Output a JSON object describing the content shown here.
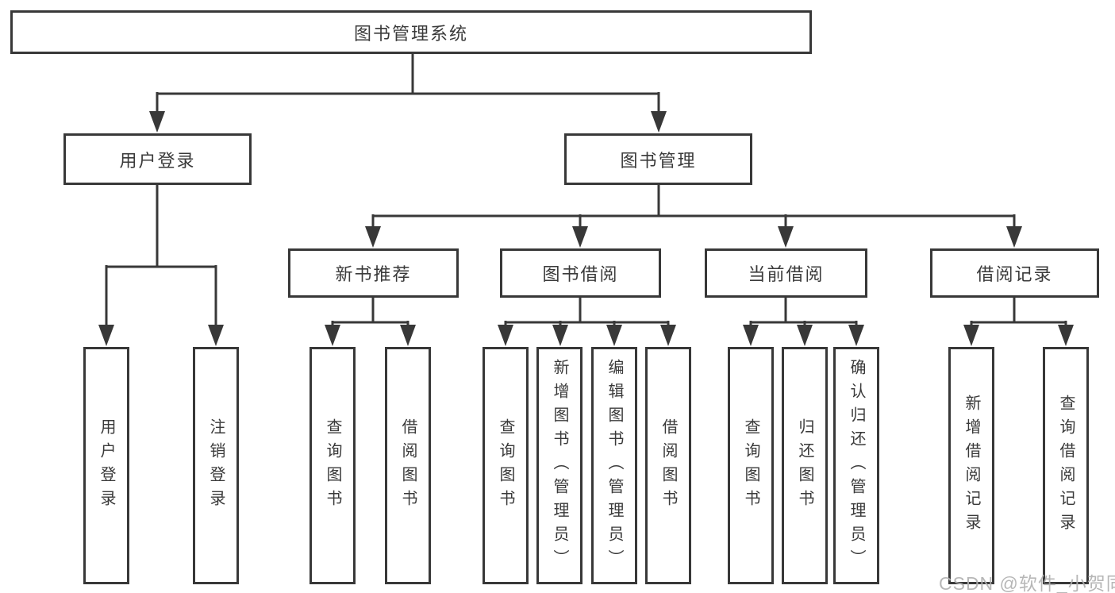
{
  "diagram": {
    "type": "tree",
    "root": {
      "label": "图书管理系统"
    },
    "branches": [
      {
        "label": "用户登录",
        "children": [
          {
            "label": "用户登录"
          },
          {
            "label": "注销登录"
          }
        ]
      },
      {
        "label": "图书管理",
        "children": [
          {
            "label": "新书推荐",
            "children": [
              {
                "label": "查询图书"
              },
              {
                "label": "借阅图书"
              }
            ]
          },
          {
            "label": "图书借阅",
            "children": [
              {
                "label": "查询图书"
              },
              {
                "label": "新增图书（管理员）"
              },
              {
                "label": "编辑图书（管理员）"
              },
              {
                "label": "借阅图书"
              }
            ]
          },
          {
            "label": "当前借阅",
            "children": [
              {
                "label": "查询图书"
              },
              {
                "label": "归还图书"
              },
              {
                "label": "确认归还（管理员）"
              }
            ]
          },
          {
            "label": "借阅记录",
            "children": [
              {
                "label": "新增借阅记录"
              },
              {
                "label": "查询借阅记录"
              }
            ]
          }
        ]
      }
    ]
  },
  "watermark": {
    "text": "CSDN @软件_小贺同学",
    "color": "#b0b0b0"
  },
  "colors": {
    "line": "#383838",
    "text": "#3a3a3a",
    "background": "#ffffff"
  }
}
